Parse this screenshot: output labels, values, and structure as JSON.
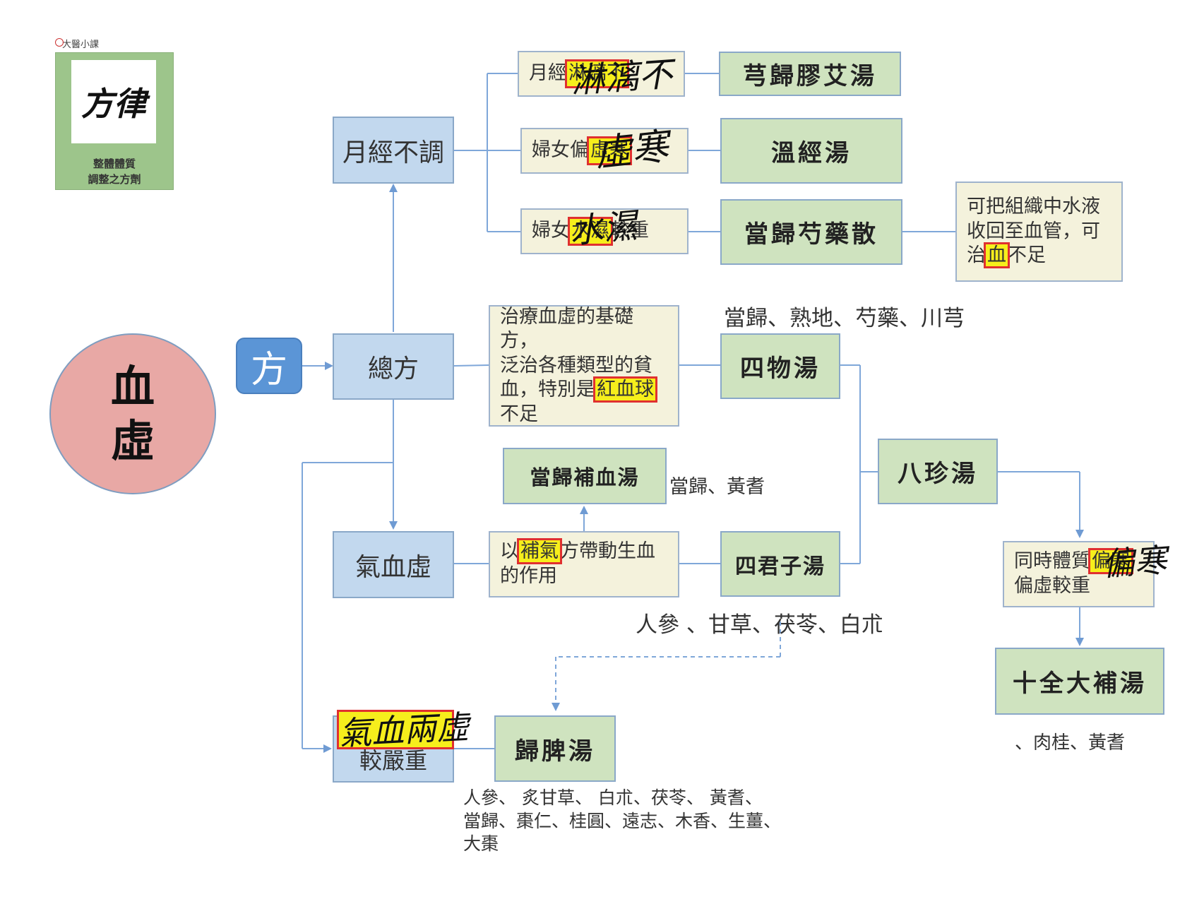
{
  "logo": {
    "brand": "大醫小課",
    "emblem_text": "方律",
    "caption_line1": "整體體質",
    "caption_line2": "調整之方劑"
  },
  "main_circle": {
    "line1": "血",
    "line2": "虛"
  },
  "fang_tag": "方",
  "nodes": {
    "menstrual": "月經不調",
    "general": "總方",
    "qi_blood": "氣血虛",
    "severe_part1": "較嚴重"
  },
  "conditions": {
    "c1_prefix": "月經",
    "c1_highlight": "淋漓不",
    "c2_prefix": "婦女偏",
    "c2_highlight": "虛寒",
    "c2_suffix": "",
    "c3_prefix": "婦女",
    "c3_highlight": "水濕",
    "c3_suffix": "較重"
  },
  "formulas": {
    "f1": "芎歸膠艾湯",
    "f2": "溫經湯",
    "f3": "當歸芍藥散",
    "f4": "四物湯",
    "f5": "當歸補血湯",
    "f6": "四君子湯",
    "f7": "八珍湯",
    "f8": "歸脾湯",
    "f9": "十全大補湯"
  },
  "descriptions": {
    "water": {
      "line1": "可把組織中水液",
      "line2": "收回至血管，可",
      "line3_prefix": "治",
      "line3_highlight": "血",
      "line3_suffix": "不足"
    },
    "siwu": {
      "line1": "治療血虛的基礎方，",
      "line2": "泛治各種類型的貧",
      "line3_prefix": "血，特別是",
      "line3_highlight": "紅血球",
      "line4": "不足"
    },
    "buxue": {
      "line1_prefix": "以",
      "line1_highlight": "補氣",
      "line1_suffix": "方帶動生血",
      "line2": "的作用"
    },
    "bazhen": {
      "line1_prefix": "同時體質",
      "line1_highlight": "偏寒",
      "line2": "偏虛較重"
    }
  },
  "herbs": {
    "siwu": "當歸、熟地、芍藥、川芎",
    "buxue": "當歸、黃耆",
    "sijunzi": "人參 、甘草、茯苓、白朮",
    "shiquan": "、肉桂、黃耆",
    "guipi_line1": "人參、 炙甘草、 白朮、茯苓、 黃耆、",
    "guipi_line2": "當歸、棗仁、桂圓、遠志、木香、生薑、",
    "guipi_line3": "大棗"
  },
  "handwriting": {
    "c1": "淋漓不",
    "c2": "虛寒",
    "c3": "水濕",
    "severe": "氣血兩虛",
    "bazhen": "偏寒"
  },
  "colors": {
    "circle_fill": "#e8a8a5",
    "fang_fill": "#5b95d6",
    "blue_node": "#c2d8ee",
    "green_node": "#cfe3bf",
    "cream_node": "#f4f2dc",
    "highlight": "#f6ee1c",
    "connector": "#7fa7d9"
  }
}
